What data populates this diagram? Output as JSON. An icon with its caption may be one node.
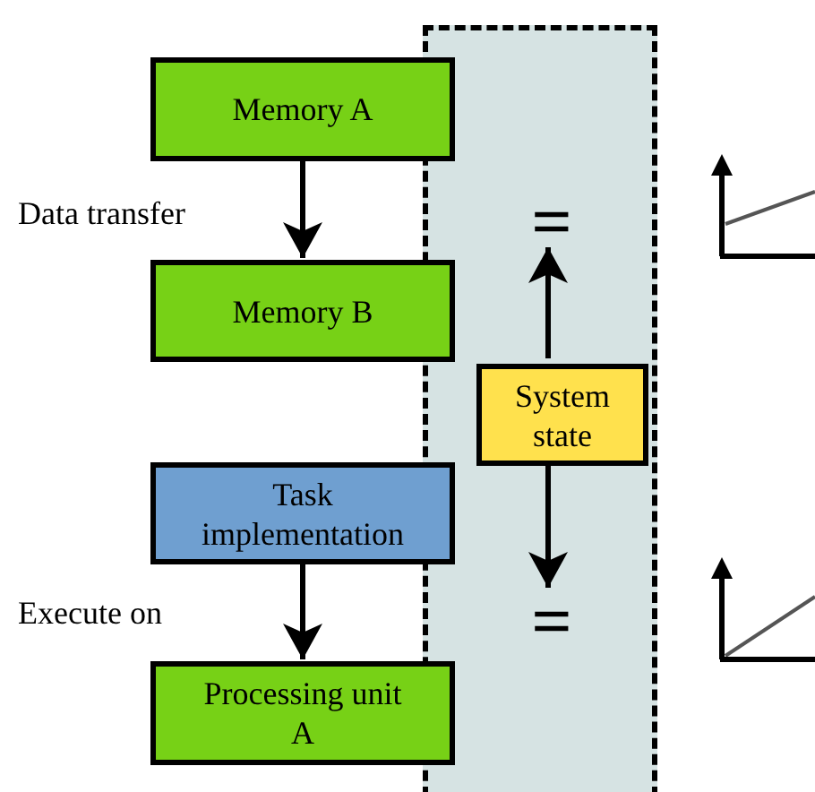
{
  "diagram": {
    "nodes": [
      {
        "text": [
          "Memory A"
        ]
      },
      {
        "text": [
          "Memory B"
        ]
      },
      {
        "text": [
          "Task implementation"
        ]
      },
      {
        "text": [
          "Processing unit A"
        ]
      },
      {
        "text": [],
        "shape": "box"
      },
      {
        "text": [
          "="
        ],
        "in": 4
      },
      {
        "text": [
          "System state"
        ],
        "in": 4
      },
      {
        "text": [
          "="
        ],
        "in": 4
      }
    ],
    "edges": [
      {
        "from": 0,
        "to": 1,
        "arrow": "to",
        "label": "Data transfer"
      },
      {
        "from": 2,
        "to": 3,
        "arrow": "to",
        "label": "Execute on"
      },
      {
        "from": 6,
        "to": 5,
        "arrow": "to"
      },
      {
        "from": 6,
        "to": 7,
        "arrow": "to"
      }
    ]
  }
}
